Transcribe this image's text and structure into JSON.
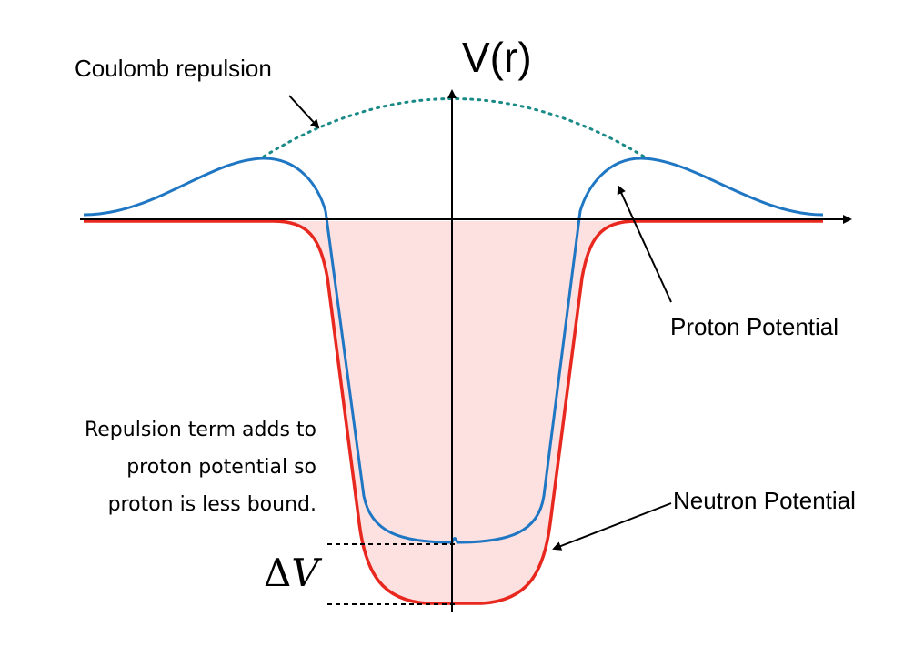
{
  "labels": {
    "axis_title": "V(r)",
    "coulomb": "Coulomb repulsion",
    "proton_potential": "Proton Potential",
    "neutron_potential": "Neutron Potential",
    "note_lines": [
      "Repulsion term adds to",
      "proton potential so",
      "proton is less bound."
    ],
    "delta_symbol": "Δ",
    "delta_var": "V"
  },
  "colors": {
    "proton": "#1f77c4",
    "neutron": "#e8281e",
    "coulomb": "#1a8a86",
    "fill": "#fde0e0",
    "axis": "#000000"
  }
}
